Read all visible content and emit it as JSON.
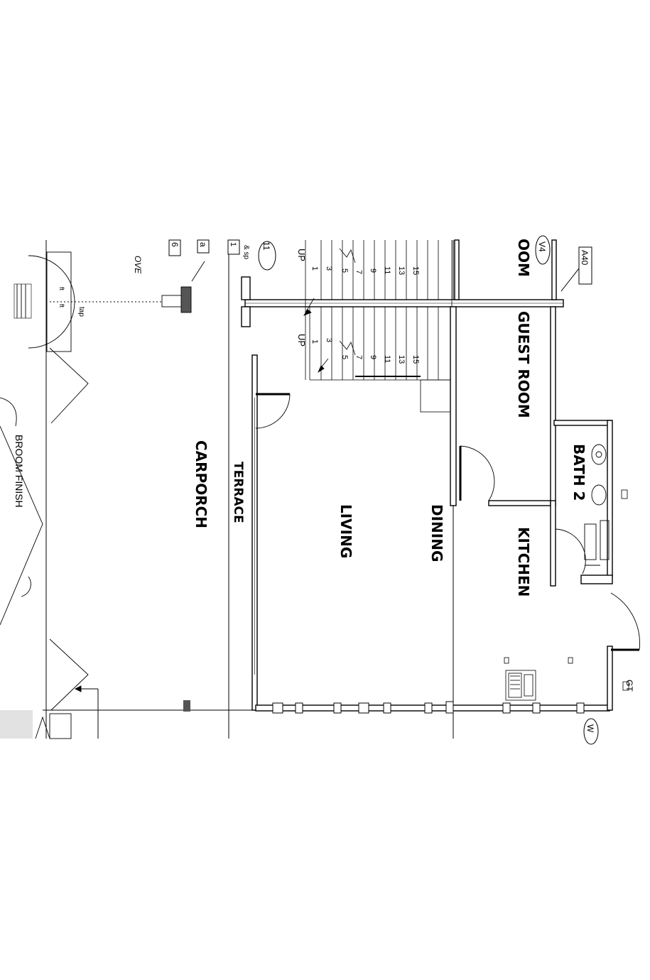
{
  "rooms": {
    "guest_room": "GUEST ROOM",
    "guest_room_cut": "OOM",
    "bath2": "BATH 2",
    "kitchen": "KITCHEN",
    "dining": "DINING",
    "living": "LIVING",
    "terrace": "TERRACE",
    "carporch": "CARPORCH"
  },
  "annotations": {
    "broom_finish": "BROOM FINISH",
    "tap": "tap",
    "ft": "ft",
    "gt": "GT",
    "stair_up": "UP",
    "a40": "A40",
    "v4": "V4",
    "w_tag": "W",
    "tag_11": "11",
    "tag_sp": "& sp",
    "tag_1": "1",
    "tag_6": "6",
    "tag_a": "a",
    "tag_ove": "OVE"
  },
  "stairs": {
    "left_flight": [
      "1",
      "3",
      "5",
      "7",
      "9",
      "11",
      "13",
      "15"
    ],
    "right_flight": [
      "1",
      "3",
      "5",
      "7",
      "9",
      "11",
      "13",
      "15"
    ]
  },
  "colors": {
    "line": "#000000",
    "background": "#ffffff",
    "texture": "#888888"
  }
}
